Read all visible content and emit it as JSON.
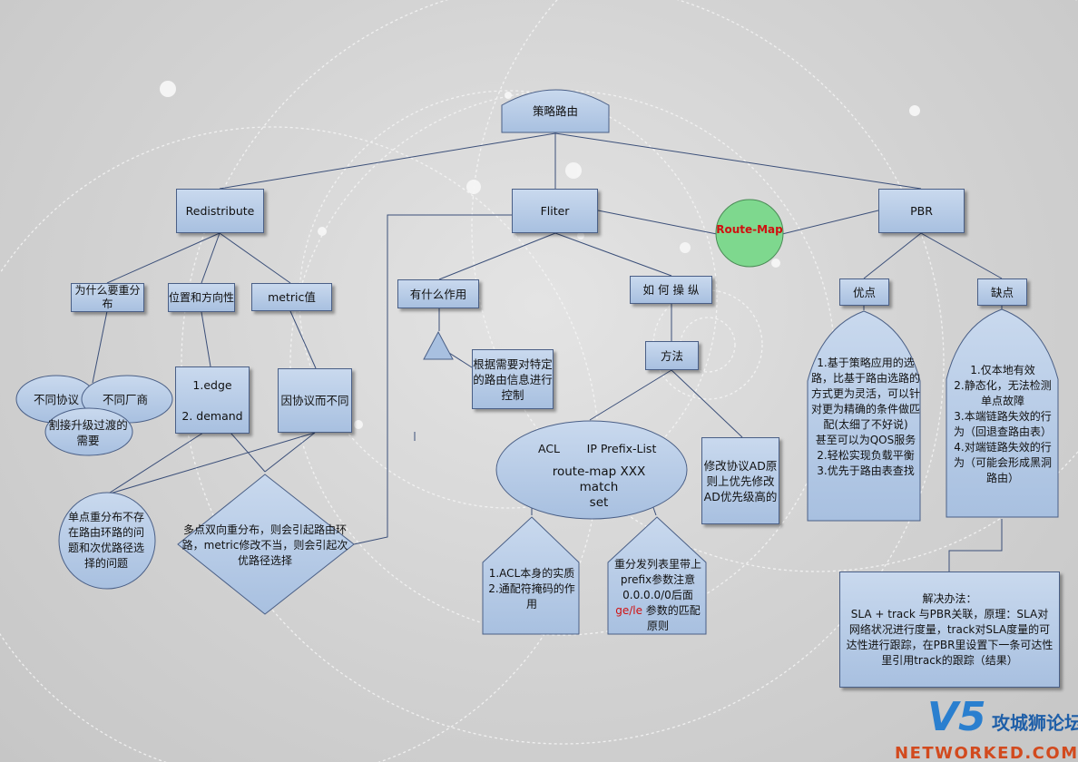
{
  "root": "策略路由",
  "branches": {
    "redistribute": "Redistribute",
    "filter": "Fliter",
    "pbr": "PBR"
  },
  "route_map": "Route-Map",
  "redistribute": {
    "why": "为什么要重分布",
    "where": "位置和方向性",
    "metric": "metric值",
    "why_reasons": [
      "不同协议",
      "不同厂商",
      "割接升级过渡的需要"
    ],
    "where_detail": "1.edge\n\n2. demand",
    "metric_detail": "因协议而不同",
    "single_point": "单点重分布不存在路由环路的问题和次优路径选择的问题",
    "multi_point": "多点双向重分布，则会引起路由环路，metric修改不当，则会引起次优路径选择"
  },
  "filter": {
    "purpose": "有什么作用",
    "purpose_detail": "根据需要对特定的路由信息进行控制",
    "how": "如 何 操 纵",
    "method": "方法",
    "ellipse_acl": "ACL",
    "ellipse_prefix": "IP Prefix-List",
    "ellipse_body": "route-map XXX\nmatch\nset",
    "ad_note": "修改协议AD原则上优先修改AD优先级高的",
    "acl_note": "1.ACL本身的实质\n2.通配符掩码的作用",
    "prefix_note_pre": "重分发列表里带上prefix参数注意0.0.0.0/0后面",
    "prefix_note_red": "ge/le",
    "prefix_note_post": " 参数的匹配原则"
  },
  "pbr": {
    "pros": "优点",
    "cons": "缺点",
    "pros_detail": "1.基于策略应用的选路，比基于路由选路的方式更为灵活，可以针对更为精确的条件做匹配(太细了不好说)\n甚至可以为QOS服务\n2.轻松实现负载平衡\n3.优先于路由表查找",
    "cons_detail": "1.仅本地有效\n2.静态化，无法检测单点故障\n3.本端链路失效的行为（回退查路由表）\n4.对端链路失效的行为（可能会形成黑洞路由）",
    "solution": "解决办法：\nSLA + track    与PBR关联，原理：SLA对网络状况进行度量，track对SLA度量的可达性进行跟踪，在PBR里设置下一条可达性里引用track的跟踪（结果）"
  },
  "watermark": {
    "brand": "攻城狮论坛",
    "site": "NETWORKED.COM",
    "mark": "V5"
  },
  "colors": {
    "box": "#a8c0e0",
    "border": "#4a5f86",
    "route_map_fill": "#7ed88e",
    "route_map_text": "#d01010",
    "line": "#3b4f79"
  }
}
